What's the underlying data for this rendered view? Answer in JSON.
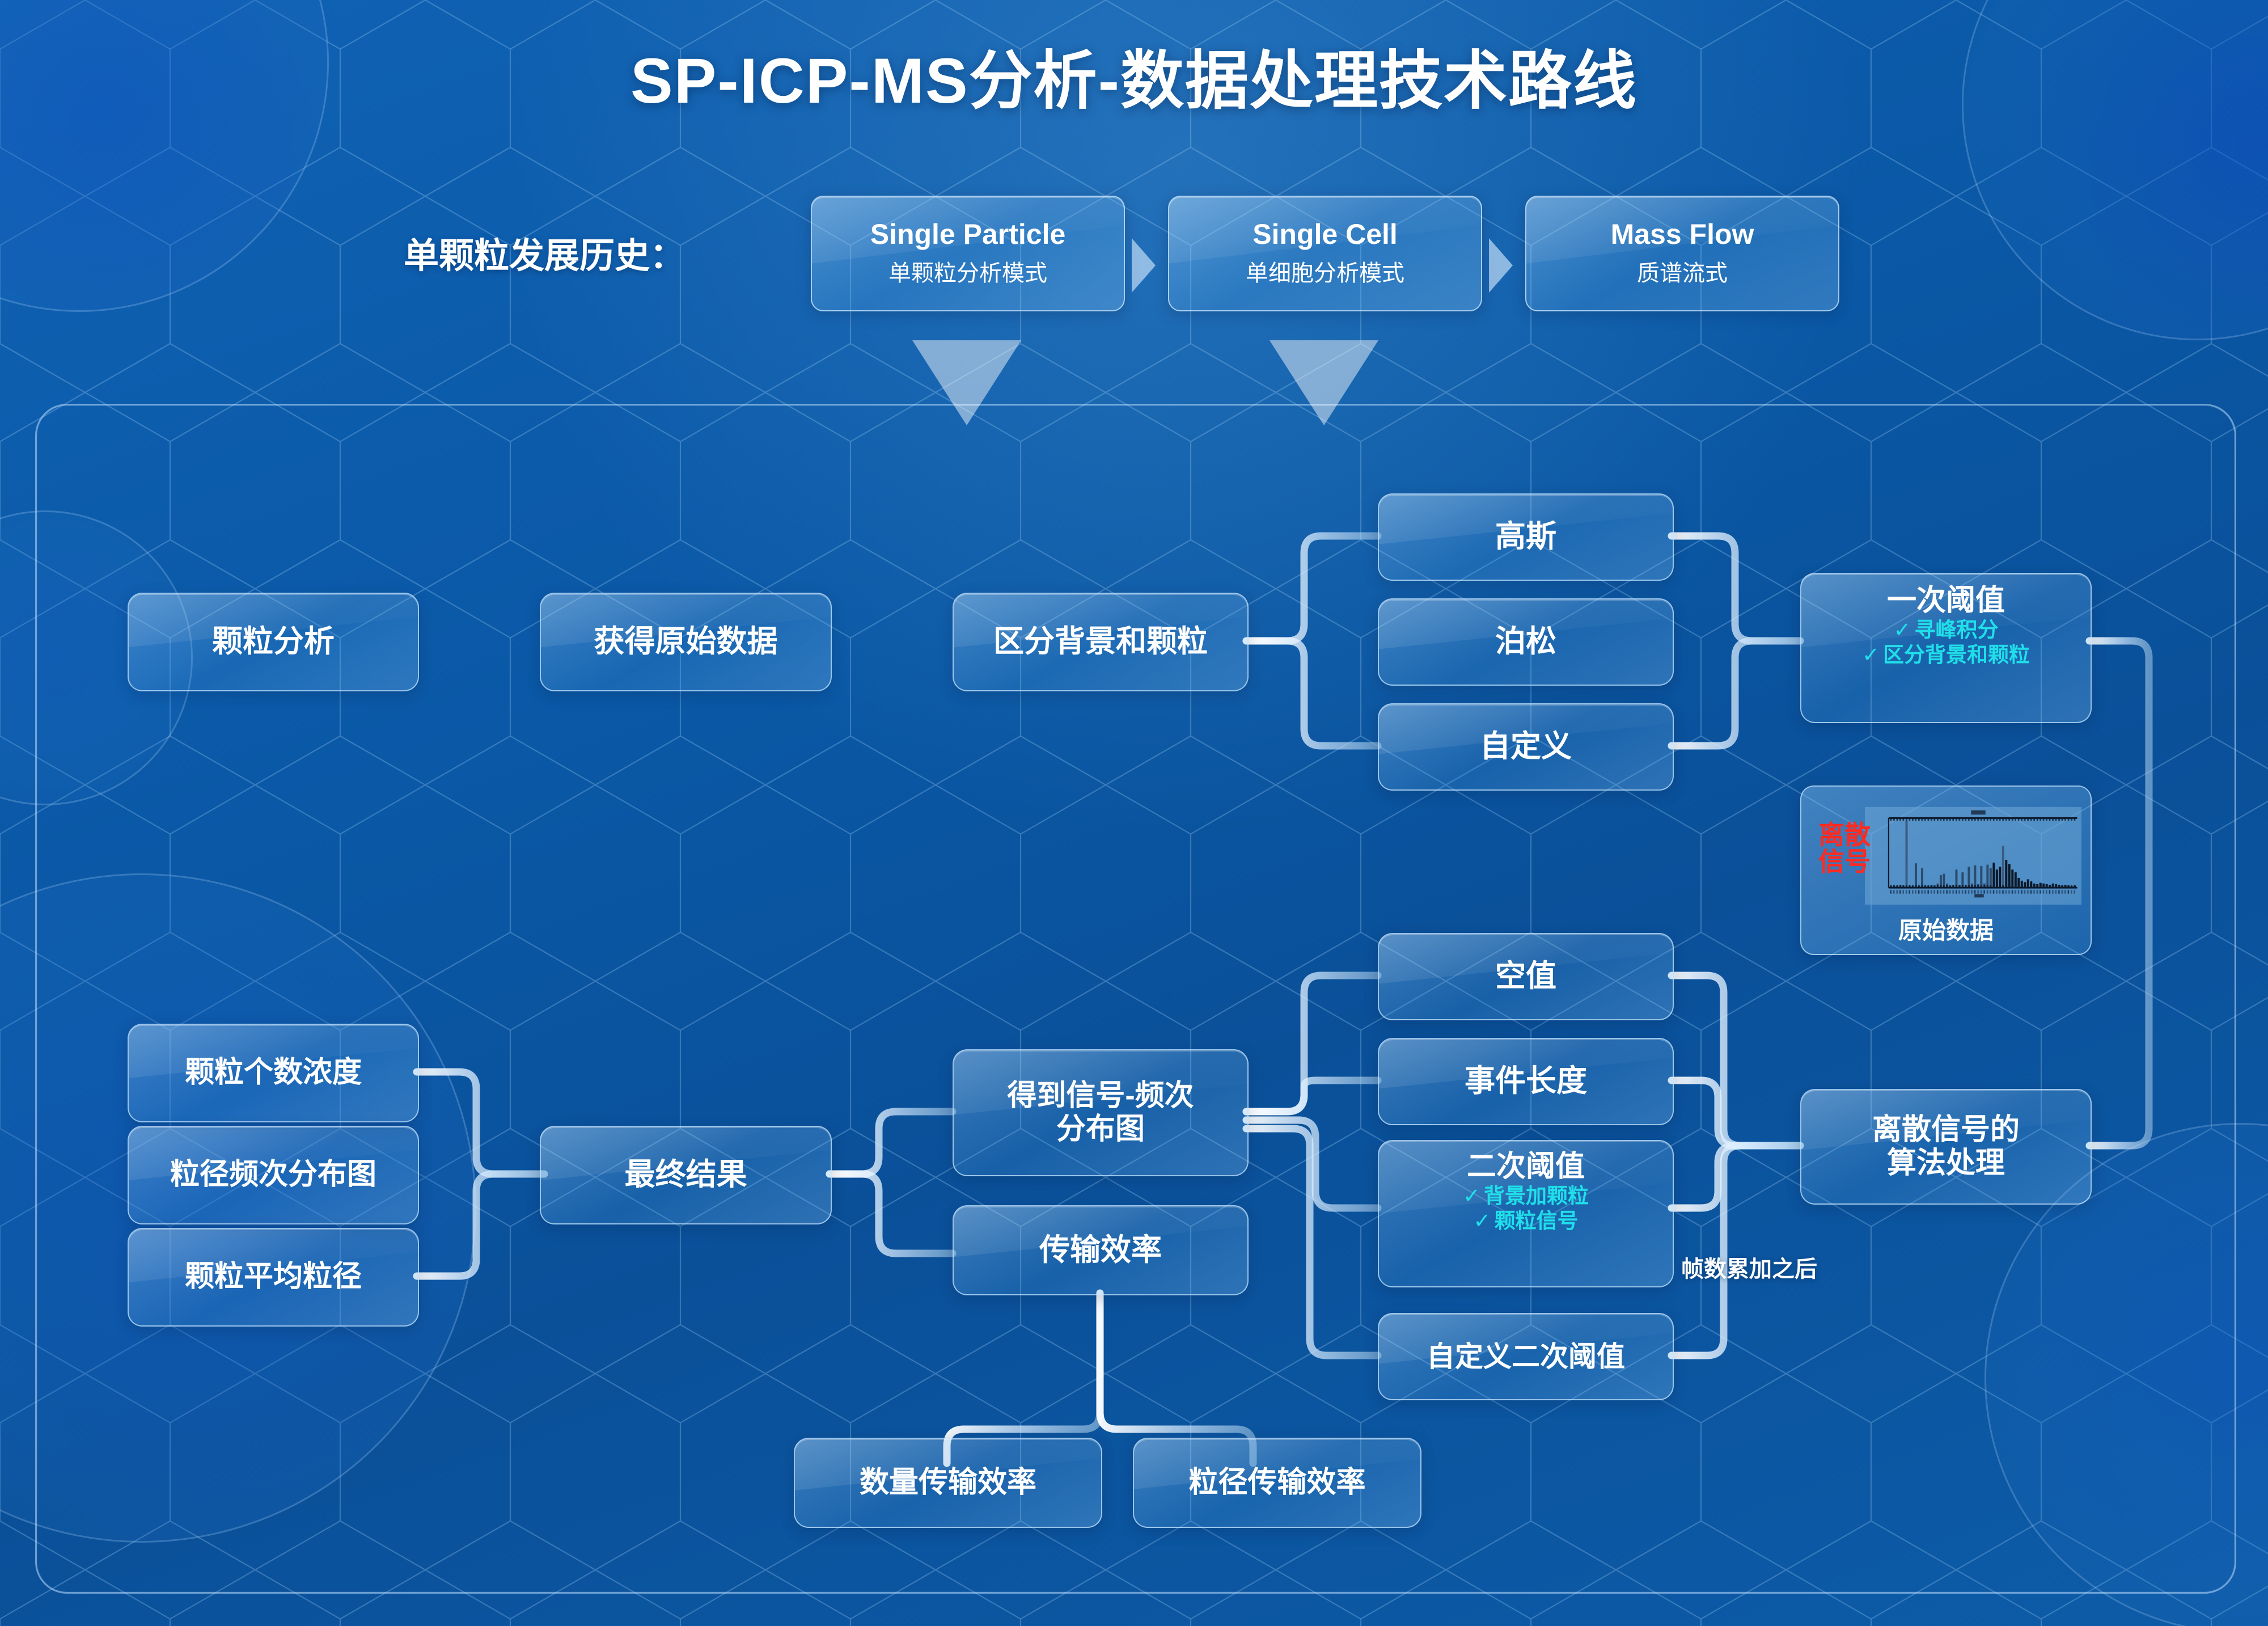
{
  "title": "SP-ICP-MS分析-数据处理技术路线",
  "history": {
    "label": "单颗粒发展历史：",
    "items": [
      {
        "en": "Single Particle",
        "cn": "单颗粒分析模式"
      },
      {
        "en": "Single Cell",
        "cn": "单细胞分析模式"
      },
      {
        "en": "Mass Flow",
        "cn": "质谱流式"
      }
    ]
  },
  "nodes": {
    "particle_analysis": "颗粒分析",
    "raw_data": "获得原始数据",
    "separate_bg": "区分背景和颗粒",
    "gauss": "高斯",
    "poisson": "泊松",
    "custom": "自定义",
    "first_threshold": "一次阈值",
    "first_threshold_items": [
      "寻峰积分",
      "区分背景和颗粒"
    ],
    "null_value": "空值",
    "event_length": "事件长度",
    "second_threshold": "二次阈值",
    "second_threshold_items": [
      "背景加颗粒",
      "颗粒信号"
    ],
    "custom_second_threshold": "自定义二次阈值",
    "discrete_algo": "离散信号的\n算法处理",
    "discrete_algo_l1": "离散信号的",
    "discrete_algo_l2": "算法处理",
    "signal_freq": "得到信号-频次\n分布图",
    "signal_freq_l1": "得到信号-频次",
    "signal_freq_l2": "分布图",
    "transfer_eff": "传输效率",
    "count_transfer_eff": "数量传输效率",
    "size_transfer_eff": "粒径传输效率",
    "final_result": "最终结果",
    "number_conc": "颗粒个数浓度",
    "size_freq_dist": "粒径频次分布图",
    "mean_size": "颗粒平均粒径"
  },
  "thumbnail": {
    "caption": "原始数据",
    "overlay_label_l1": "离散",
    "overlay_label_l2": "信号"
  },
  "annotation": "帧数累加之后",
  "colors": {
    "background_blue": "#0a58a6",
    "node_border": "#c8e6ff",
    "check_cyan": "#20dfe9",
    "overlay_red": "#ff2a20",
    "text_white": "#ffffff"
  },
  "chart_data": {
    "type": "bar",
    "title": "",
    "xlabel": "",
    "ylabel": "",
    "values": [
      2,
      3,
      2,
      4,
      3,
      96,
      3,
      2,
      35,
      2,
      28,
      3,
      2,
      4,
      3,
      6,
      18,
      20,
      6,
      3,
      4,
      26,
      4,
      22,
      4,
      30,
      6,
      32,
      5,
      31,
      6,
      33,
      28,
      36,
      26,
      30,
      60,
      40,
      34,
      26,
      22,
      14,
      10,
      8,
      12,
      9,
      6,
      5,
      7,
      6,
      5,
      4,
      6,
      5,
      4,
      3,
      4,
      3,
      2,
      3
    ],
    "ylim": [
      0,
      100
    ],
    "grid": false
  }
}
